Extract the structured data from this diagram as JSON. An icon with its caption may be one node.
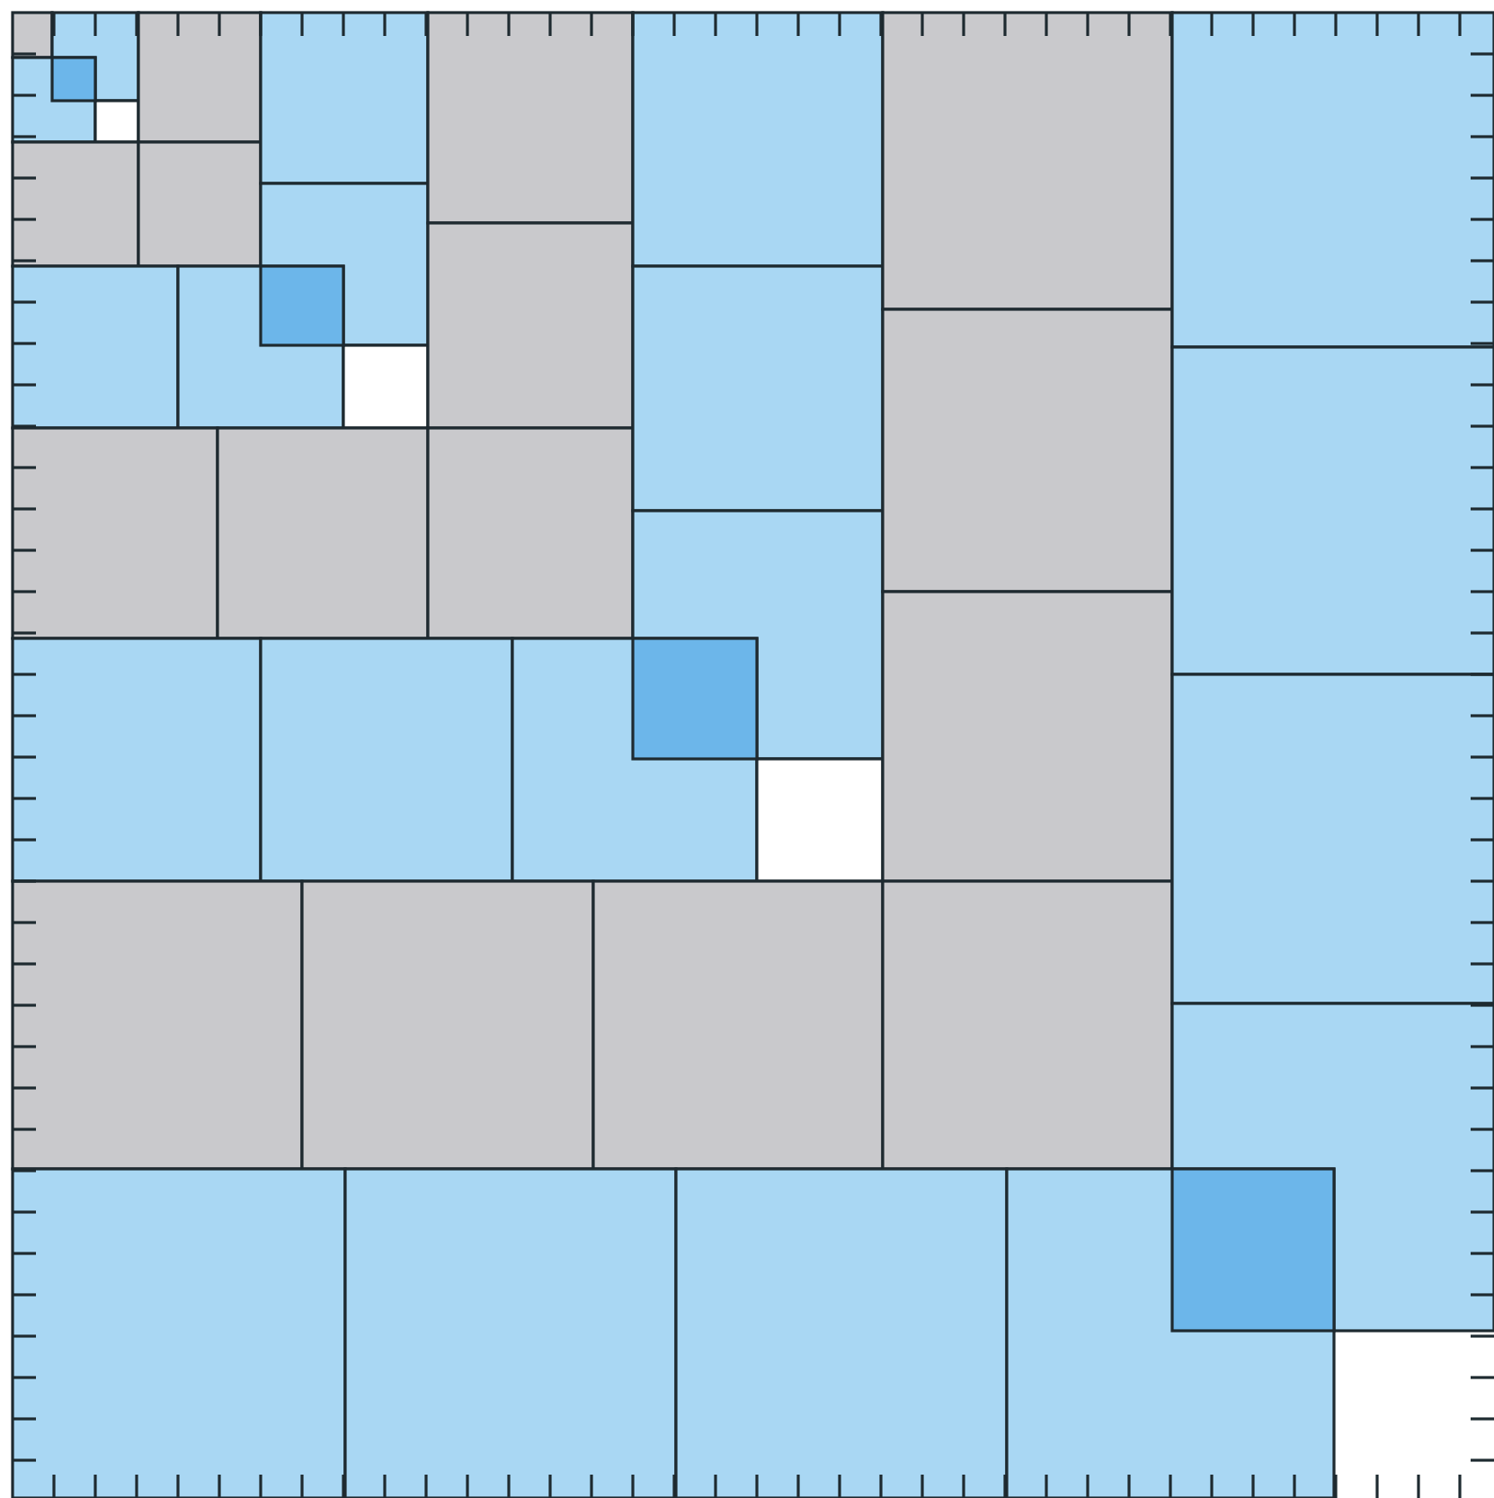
{
  "diagram": {
    "nodes": [
      {
        "text": [],
        "shape": "box"
      },
      {
        "text": [],
        "shape": "box"
      },
      {
        "text": [],
        "shape": "box"
      },
      {
        "text": [],
        "shape": "box"
      },
      {
        "text": [],
        "shape": "box"
      },
      {
        "text": [],
        "shape": "box"
      },
      {
        "text": [],
        "shape": "box"
      },
      {
        "text": [],
        "shape": "box"
      },
      {
        "text": [],
        "shape": "box"
      },
      {
        "text": [],
        "shape": "box"
      },
      {
        "text": [],
        "shape": "box"
      },
      {
        "text": [],
        "shape": "box"
      },
      {
        "text": [],
        "shape": "box"
      },
      {
        "text": [],
        "shape": "box"
      },
      {
        "text": [],
        "shape": "box"
      },
      {
        "text": [],
        "shape": "box"
      },
      {
        "text": [],
        "shape": "box"
      },
      {
        "text": [],
        "shape": "box"
      },
      {
        "text": [],
        "shape": "box"
      },
      {
        "text": [],
        "shape": "box"
      },
      {
        "text": [],
        "shape": "box"
      },
      {
        "text": [],
        "shape": "box"
      },
      {
        "text": [],
        "shape": "box"
      },
      {
        "text": [],
        "shape": "box"
      },
      {
        "text": [],
        "shape": "box"
      },
      {
        "text": [],
        "shape": "box"
      },
      {
        "text": [],
        "shape": "box"
      },
      {
        "text": [],
        "shape": "box"
      },
      {
        "text": [],
        "shape": "box"
      },
      {
        "text": [],
        "shape": "box"
      },
      {
        "text": [],
        "shape": "box"
      },
      {
        "text": [],
        "shape": "box"
      },
      {
        "text": [],
        "shape": "box"
      },
      {
        "text": [],
        "shape": "box"
      },
      {
        "text": [],
        "shape": "box"
      },
      {
        "text": [],
        "shape": "box"
      },
      {
        "text": [],
        "shape": "box"
      },
      {
        "text": [],
        "shape": "box"
      },
      {
        "text": [],
        "shape": "box"
      },
      {
        "text": [],
        "shape": "box"
      },
      {
        "text": [],
        "shape": "box"
      },
      {
        "text": [],
        "shape": "box"
      },
      {
        "text": [],
        "shape": "box"
      }
    ]
  }
}
